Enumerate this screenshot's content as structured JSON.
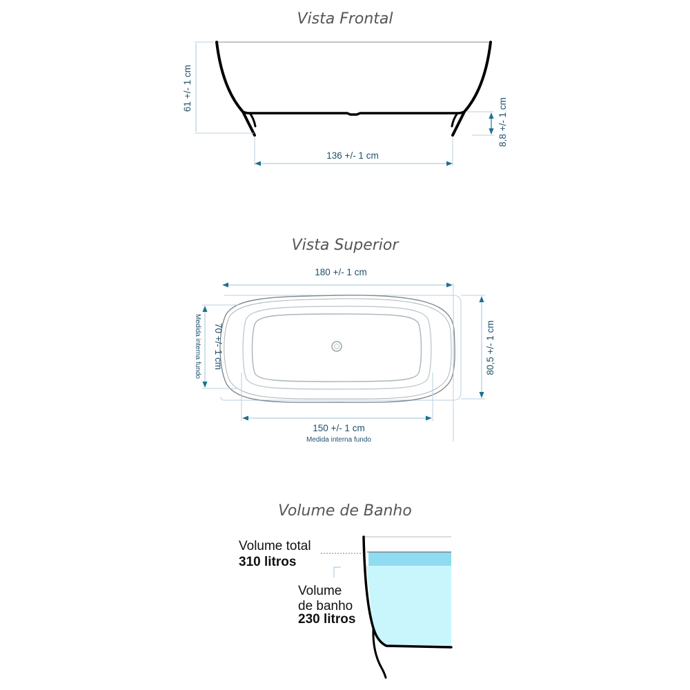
{
  "front_view": {
    "title": "Vista Frontal",
    "height_label": "61 +/- 1 cm",
    "foot_height_label": "8,8 +/- 1 cm",
    "width_label": "136 +/- 1 cm"
  },
  "top_view": {
    "title": "Vista Superior",
    "length_label": "180 +/- 1 cm",
    "inner_width_label": "70 +/- 1 cm",
    "inner_width_note": "Medida interna fundo",
    "width_label": "80,5 +/- 1 cm",
    "inner_length_label": "150 +/- 1 cm",
    "inner_length_note": "Medida interna fundo"
  },
  "volume": {
    "title": "Volume de Banho",
    "total_label": "Volume total",
    "total_value": "310 litros",
    "bath_label_line1": "Volume",
    "bath_label_line2": "de banho",
    "bath_value": "230 litros"
  },
  "colors": {
    "dimension": "#1d4f6a",
    "arrow": "#1f6f92",
    "water": "#c9f6fd",
    "water_top": "#8fdcf0",
    "outline": "#000000"
  }
}
